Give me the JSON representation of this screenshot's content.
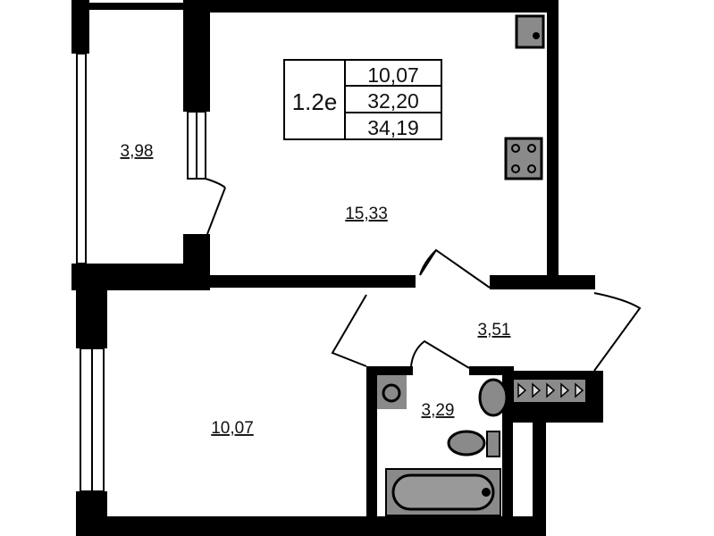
{
  "plan": {
    "type_code": "1.2e",
    "summary": [
      "10,07",
      "32,20",
      "34,19"
    ],
    "rooms": {
      "balcony": "3,98",
      "kitchen_living": "15,33",
      "bedroom": "10,07",
      "hall": "3,51",
      "bathroom": "3,29"
    },
    "colors": {
      "wall": "#000000",
      "fixture": "#8a8a8a",
      "background": "#ffffff"
    }
  }
}
